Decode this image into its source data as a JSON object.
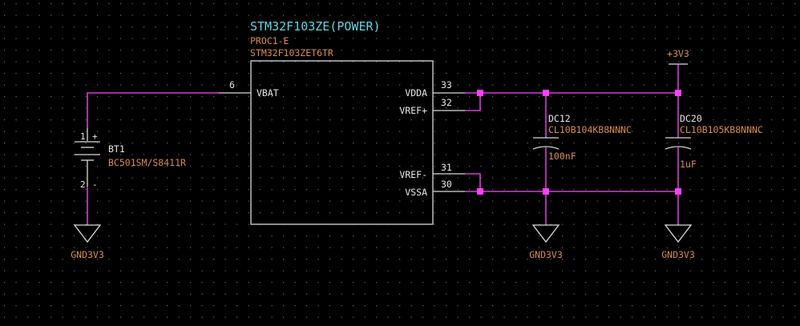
{
  "chip": {
    "title": "STM32F103ZE(POWER)",
    "refdes": "PROC1-E",
    "part_number": "STM32F103ZET6TR",
    "pins": {
      "vbat": {
        "name": "VBAT",
        "number": "6"
      },
      "vdda": {
        "name": "VDDA",
        "number": "33"
      },
      "vref_plus": {
        "name": "VREF+",
        "number": "32"
      },
      "vref_minus": {
        "name": "VREF-",
        "number": "31"
      },
      "vssa": {
        "name": "VSSA",
        "number": "30"
      }
    }
  },
  "battery": {
    "refdes": "BT1",
    "part_number": "BC501SM/S8411R",
    "pin1": "1",
    "pin2": "2",
    "plus": "+",
    "minus": "-"
  },
  "cap1": {
    "refdes": "DC12",
    "part_number": "CL10B104KB8NNNC",
    "value": "100nF"
  },
  "cap2": {
    "refdes": "DC20",
    "part_number": "CL10B105KB8NNNC",
    "value": "1uF"
  },
  "power": {
    "supply": "+3V3",
    "gnd1": "GND3V3",
    "gnd2": "GND3V3",
    "gnd3": "GND3V3"
  },
  "colors": {
    "background": "#000000",
    "wire": "#d63cd6",
    "junction": "#ff40ff",
    "component_outline": "#d9d9d9",
    "title_text": "#5fd7e6",
    "part_text": "#d98c4e",
    "pin_text": "#e6e6e6",
    "grid_dot": "#6a6a6a"
  }
}
